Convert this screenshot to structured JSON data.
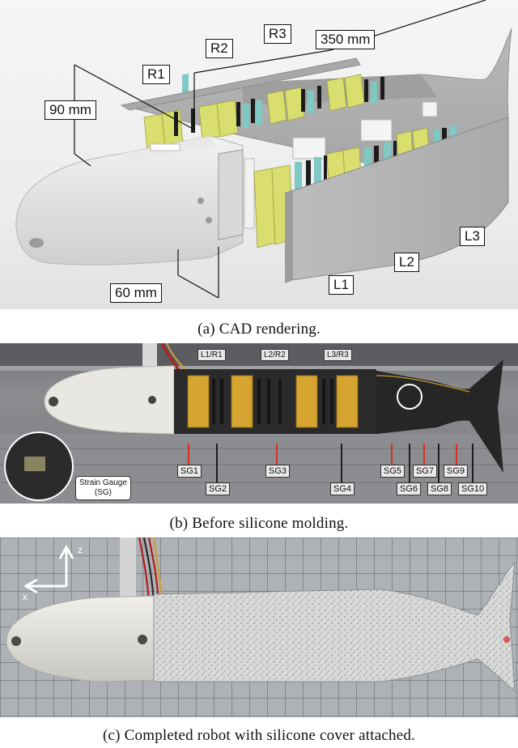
{
  "figure": {
    "panel_a": {
      "caption": "(a) CAD rendering.",
      "labels": {
        "r1": "R1",
        "r2": "R2",
        "r3": "R3",
        "l1": "L1",
        "l2": "L2",
        "l3": "L3",
        "length": "350 mm",
        "height": "90 mm",
        "width": "60 mm"
      }
    },
    "panel_b": {
      "caption": "(b) Before silicone molding.",
      "segment_labels": [
        "L1/R1",
        "L2/R2",
        "L3/R3"
      ],
      "gauges": [
        "SG1",
        "SG2",
        "SG3",
        "SG4",
        "SG5",
        "SG6",
        "SG7",
        "SG8",
        "SG9",
        "SG10"
      ],
      "inset_label_line1": "Strain Gauge",
      "inset_label_line2": "(SG)"
    },
    "panel_c": {
      "caption": "(c) Completed robot with silicone cover attached.",
      "axis_z": "z",
      "axis_x": "x"
    },
    "colors": {
      "yellow_block": "#d9de6e",
      "teal_block": "#7fc9c4",
      "gauge_red": "#e0251b"
    }
  }
}
